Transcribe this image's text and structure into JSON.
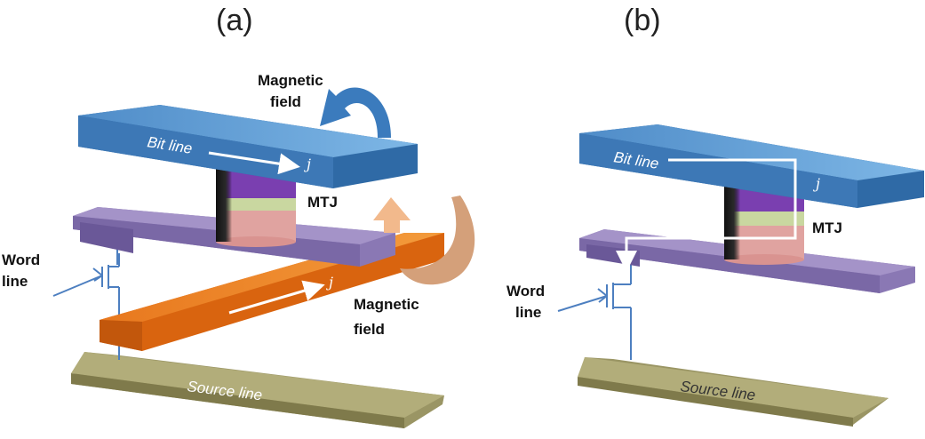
{
  "panels": [
    {
      "label": "(a)",
      "bit_line": "Bit line",
      "current_symbol": "j",
      "mtj": "MTJ",
      "field_label_top_1": "Magnetic",
      "field_label_top_2": "field",
      "field_label_bottom_1": "Magnetic",
      "field_label_bottom_2": "field",
      "word_line_1": "Word",
      "word_line_2": "line",
      "source_line": "Source line",
      "write_line_current_symbol": "j"
    },
    {
      "label": "(b)",
      "bit_line": "Bit line",
      "current_symbol": "j",
      "mtj": "MTJ",
      "word_line_1": "Word",
      "word_line_2": "line",
      "source_line": "Source line"
    }
  ],
  "colors": {
    "bit_line": "#3f7fbe",
    "write_line": "#e8781e",
    "bottom_electrode": "#9a86c0",
    "source_line": "#8e8a5a",
    "mtj_free": "#7a3fb0",
    "mtj_barrier": "#c9d7a0",
    "mtj_fixed": "#e0a3a0",
    "wiring": "#4d7fc0",
    "field_arrow_top": "#3b7bbd",
    "field_arrow_bottom": "#d4a07a"
  }
}
